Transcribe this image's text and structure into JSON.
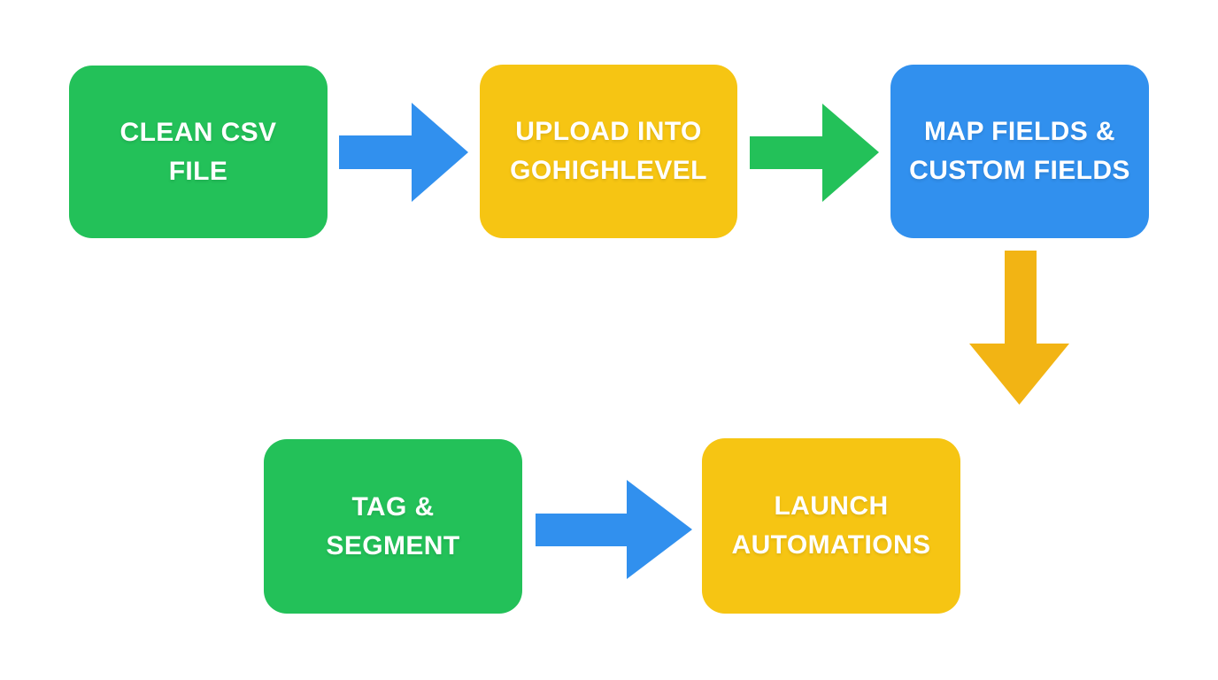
{
  "diagram": {
    "background": "#ffffff",
    "colors": {
      "green": "#23c159",
      "yellow": "#f6c513",
      "blue": "#3190ee",
      "arrow_green": "#23c159",
      "arrow_yellow": "#f2b414",
      "arrow_blue": "#3190ee",
      "label_text": "#ffffff"
    },
    "nodes": [
      {
        "id": "clean-csv-file",
        "label": "CLEAN CSV\nFILE",
        "color": "green"
      },
      {
        "id": "upload-into-gohighlevel",
        "label": "UPLOAD INTO\nGOHIGHLEVEL",
        "color": "yellow"
      },
      {
        "id": "map-fields-custom-fields",
        "label": "MAP FIELDS &\nCUSTOM FIELDS",
        "color": "blue"
      },
      {
        "id": "tag-segment",
        "label": "TAG &\nSEGMENT",
        "color": "green"
      },
      {
        "id": "launch-automations",
        "label": "LAUNCH\nAUTOMATIONS",
        "color": "yellow"
      }
    ],
    "arrows": [
      {
        "id": "arrow-1",
        "from": "clean-csv-file",
        "to": "upload-into-gohighlevel",
        "direction": "right",
        "color": "blue"
      },
      {
        "id": "arrow-2",
        "from": "upload-into-gohighlevel",
        "to": "map-fields-custom-fields",
        "direction": "right",
        "color": "green"
      },
      {
        "id": "arrow-3",
        "from": "map-fields-custom-fields",
        "to": "launch-automations",
        "direction": "down",
        "color": "yellow"
      },
      {
        "id": "arrow-4",
        "from": "tag-segment",
        "to": "launch-automations",
        "direction": "right",
        "color": "blue"
      }
    ]
  }
}
